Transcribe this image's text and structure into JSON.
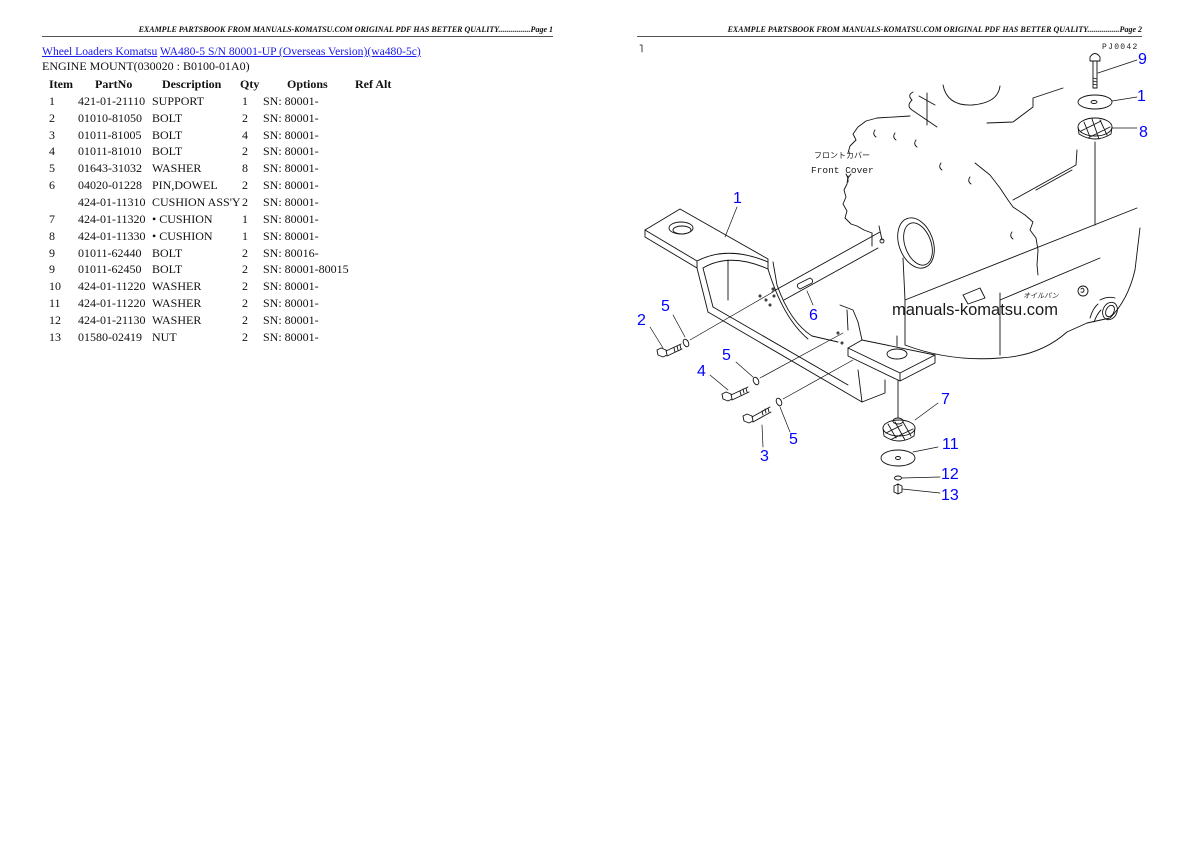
{
  "pages": [
    {
      "header": "EXAMPLE PARTSBOOK FROM MANUALS-KOMATSU.COM ORIGINAL PDF HAS BETTER QUALITY................Page 1"
    },
    {
      "header": "EXAMPLE PARTSBOOK FROM MANUALS-KOMATSU.COM ORIGINAL PDF HAS BETTER QUALITY................Page 2"
    }
  ],
  "breadcrumb": {
    "category_link": "Wheel Loaders Komatsu",
    "model_link": "WA480-5 S/N 80001-UP (Overseas Version)(wa480-5c)"
  },
  "section_title": "ENGINE MOUNT(030020 : B0100-01A0)",
  "table": {
    "headers": {
      "item": "Item",
      "partno": "PartNo",
      "description": "Description",
      "qty": "Qty",
      "options": "Options",
      "ref_alt": "Ref Alt"
    },
    "rows": [
      {
        "item": "1",
        "partno": "421-01-21110",
        "description": "SUPPORT",
        "qty": "1",
        "options": "SN: 80001-"
      },
      {
        "item": "2",
        "partno": "01010-81050",
        "description": "BOLT",
        "qty": "2",
        "options": "SN: 80001-"
      },
      {
        "item": "3",
        "partno": "01011-81005",
        "description": "BOLT",
        "qty": "4",
        "options": "SN: 80001-"
      },
      {
        "item": "4",
        "partno": "01011-81010",
        "description": "BOLT",
        "qty": "2",
        "options": "SN: 80001-"
      },
      {
        "item": "5",
        "partno": "01643-31032",
        "description": "WASHER",
        "qty": "8",
        "options": "SN: 80001-"
      },
      {
        "item": "6",
        "partno": "04020-01228",
        "description": "PIN,DOWEL",
        "qty": "2",
        "options": "SN: 80001-"
      },
      {
        "item": "",
        "partno": "424-01-11310",
        "description": "CUSHION ASS'Y",
        "qty": "2",
        "options": "SN: 80001-"
      },
      {
        "item": "7",
        "partno": "424-01-11320",
        "description": "• CUSHION",
        "qty": "1",
        "options": "SN: 80001-"
      },
      {
        "item": "8",
        "partno": "424-01-11330",
        "description": "• CUSHION",
        "qty": "1",
        "options": "SN: 80001-"
      },
      {
        "item": "9",
        "partno": "01011-62440",
        "description": "BOLT",
        "qty": "2",
        "options": "SN: 80016-"
      },
      {
        "item": "9",
        "partno": "01011-62450",
        "description": "BOLT",
        "qty": "2",
        "options": "SN: 80001-80015"
      },
      {
        "item": "10",
        "partno": "424-01-11220",
        "description": "WASHER",
        "qty": "2",
        "options": "SN: 80001-"
      },
      {
        "item": "11",
        "partno": "424-01-11220",
        "description": "WASHER",
        "qty": "2",
        "options": "SN: 80001-"
      },
      {
        "item": "12",
        "partno": "424-01-21130",
        "description": "WASHER",
        "qty": "2",
        "options": "SN: 80001-"
      },
      {
        "item": "13",
        "partno": "01580-02419",
        "description": "NUT",
        "qty": "2",
        "options": "SN: 80001-"
      }
    ]
  },
  "diagram": {
    "ref_code": "PJ0042",
    "front_cover_jp": "フロントカバー",
    "front_cover_en": "Front Cover",
    "oil_pan_jp": "オイルパン",
    "watermark": "manuals-komatsu.com",
    "callouts": [
      "9",
      "1",
      "8",
      "1",
      "5",
      "2",
      "6",
      "5",
      "4",
      "3",
      "5",
      "7",
      "11",
      "12",
      "13"
    ],
    "callout_color": "#0000ff"
  }
}
